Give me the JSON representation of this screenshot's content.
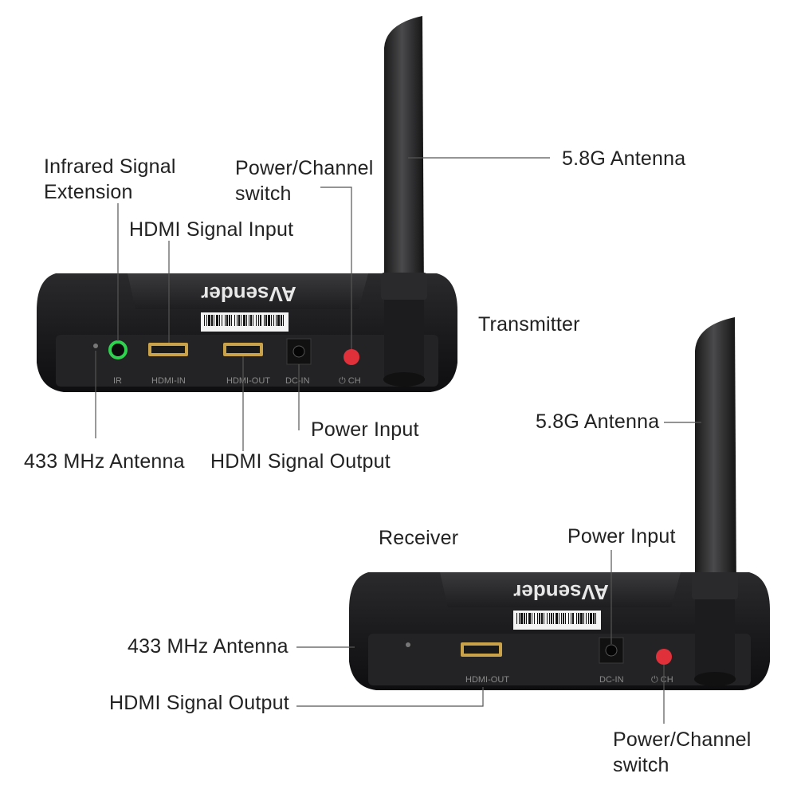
{
  "transmitter": {
    "title": "Transmitter",
    "brand": "AVsender",
    "labels": {
      "ir_extension_line1": "Infrared Signal",
      "ir_extension_line2": "Extension",
      "power_channel_line1": "Power/Channel",
      "power_channel_line2": "switch",
      "hdmi_input": "HDMI Signal Input",
      "antenna_58g": "5.8G Antenna",
      "power_input": "Power Input",
      "antenna_433": "433 MHz Antenna",
      "hdmi_output": "HDMI Signal Output"
    },
    "ports": {
      "ir": "IR",
      "hdmi_in": "HDMI-IN",
      "hdmi_out": "HDMI-OUT",
      "dc_in": "DC-IN",
      "ch": "⏻ CH"
    }
  },
  "receiver": {
    "title": "Receiver",
    "brand": "AVsender",
    "labels": {
      "antenna_58g": "5.8G Antenna",
      "power_input": "Power Input",
      "antenna_433": "433 MHz Antenna",
      "hdmi_output": "HDMI Signal Output",
      "power_channel_line1": "Power/Channel",
      "power_channel_line2": "switch"
    },
    "ports": {
      "hdmi_out": "HDMI-OUT",
      "dc_in": "DC-IN",
      "ch": "⏻ CH"
    }
  },
  "colors": {
    "device_body": "#1c1c1e",
    "ir_port_ring": "#2fd24f",
    "power_button": "#e0303a",
    "hdmi_port": "#c9a24a",
    "leader_line": "#555555"
  }
}
